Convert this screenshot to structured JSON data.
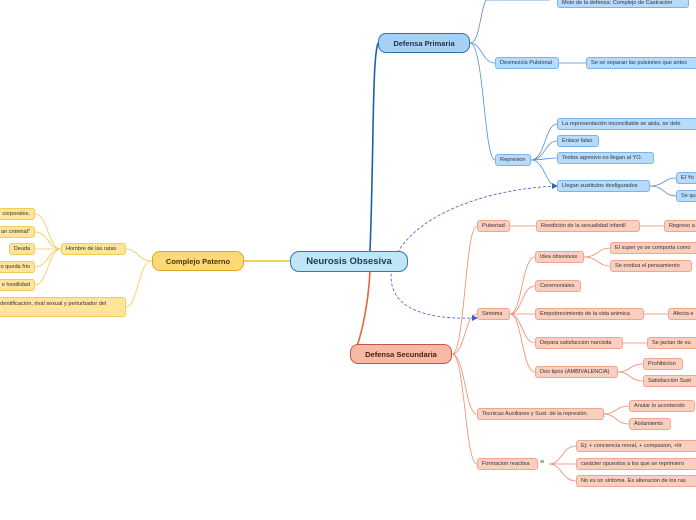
{
  "root": {
    "label": "Neurosis Obsesiva"
  },
  "defensa_primaria": {
    "label": "Defensa Primaria",
    "motor": "Moto de la defensa: Complejo de Castracion",
    "desmezcla": {
      "label": "Desmezcla Pulsional",
      "child": "Se se separan las pulsiones que antes"
    },
    "represion": {
      "label": "Represion",
      "items": [
        "La representación inconciliable  se aisla, se debi",
        "Enlace falso",
        "Textos agresivo no llegan al YO.",
        "Llegan sustitutos desfigurados"
      ],
      "sustitutos_children": [
        "El Yo",
        "Se qu"
      ]
    }
  },
  "complejo_paterno": {
    "label": "Complejo Paterno",
    "hombre_label": "Hombre de las ratas",
    "items": [
      "corporales.",
      "an criminal\"",
      "Deuda",
      "o queda frio",
      "e hostilidad",
      "identificacion, rival sexual y perturbador del"
    ]
  },
  "defensa_secundaria": {
    "label": "Defensa Secundaria",
    "pubertad": {
      "label": "Pubertad",
      "child": "Reedición de la sexualidad infantil",
      "grandchild": "Regreso a"
    },
    "sintoma": {
      "label": "Sintoma",
      "ideas": {
        "label": "Idea obsesivas",
        "children": [
          "El super yo se comporta como",
          "Se erotiza el pensamiento"
        ]
      },
      "ceremoniales": "Ceremoniales",
      "empobrecimiento": {
        "label": "Empobrecimiento de la vida animica",
        "child": "Afecta e"
      },
      "depara": {
        "label": "Depara satisfaccion narcisita",
        "child": "Se jactan de su"
      },
      "dos_tipos": {
        "label": "Dos tipos (AMBIVALENCIA)",
        "children": [
          "Prohibicion",
          "Satisfacción Sust"
        ]
      }
    },
    "tecnicas": {
      "label": "Tecnicas Auxiliares y Sust. de la represión.",
      "children": [
        "Anular lo acontecido",
        "Aislamiento"
      ]
    },
    "formacion": {
      "label": "Formacion reactiva",
      "icon": "list-icon",
      "children": [
        "Ej: + conciencia moral, + compasion, +lir",
        "carácter opuestos a los que se reprimiero",
        "No es un sintoma. Es alteracion de los ras"
      ]
    }
  },
  "colors": {
    "blue": "#2f6fb0",
    "red": "#e5633f",
    "yellow": "#f2c11b",
    "link": "#3a5fcd"
  }
}
